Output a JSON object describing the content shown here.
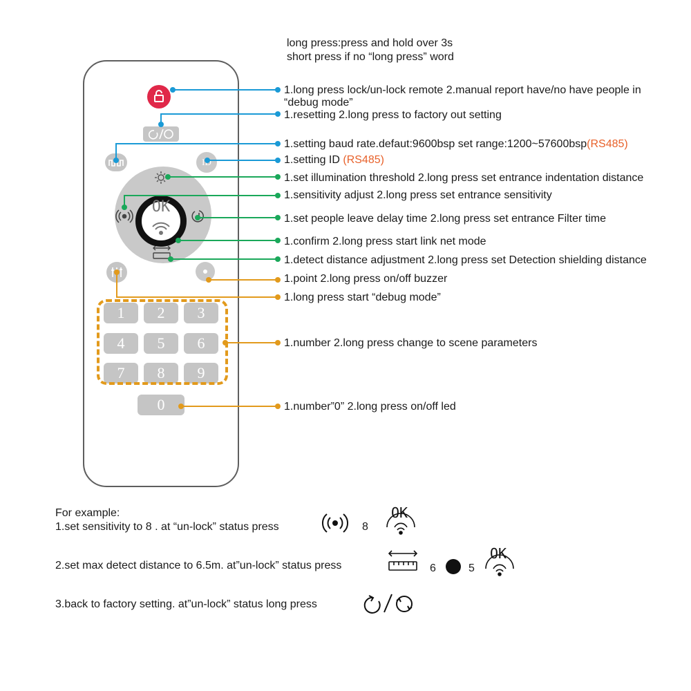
{
  "header": {
    "line1": "long press:press and hold over 3s",
    "line2": "short press if no “long press” word"
  },
  "remote": {
    "ok_label": "OK",
    "id_label": "ID",
    "keys": [
      "1",
      "2",
      "3",
      "4",
      "5",
      "6",
      "7",
      "8",
      "9"
    ],
    "zero_key": "0"
  },
  "annotations": [
    {
      "text": "1.long press lock/un-lock remote 2.manual report have/no have people in"
    },
    {
      "text": "“debug mode”"
    },
    {
      "text": "1.resetting 2.long press to factory out setting"
    },
    {
      "text": "1.setting baud rate.defaut:9600bsp  set range:1200~57600bsp",
      "tag": "(RS485)"
    },
    {
      "text": "1.setting ID ",
      "tag": "(RS485)"
    },
    {
      "text": "1.set illumination threshold 2.long press set entrance indentation distance"
    },
    {
      "text": "1.sensitivity adjust 2.long press set entrance sensitivity"
    },
    {
      "text": "1.set people leave delay time 2.long press set entrance Filter time"
    },
    {
      "text": "1.confirm 2.long press start link net mode"
    },
    {
      "text": "1.detect distance adjustment 2.long press set Detection shielding distance"
    },
    {
      "text": "1.point 2.long press on/off buzzer"
    },
    {
      "text": "1.long press start “debug mode”"
    },
    {
      "text": "1.number  2.long press change to scene parameters"
    },
    {
      "text": "1.number”0”  2.long press on/off led"
    }
  ],
  "examples": {
    "title": "For example:",
    "ex1": {
      "text": "1.set sensitivity to 8 .   at “un-lock” status press",
      "num": "8",
      "ok": "OK"
    },
    "ex2": {
      "text": "2.set max detect distance to 6.5m.  at”un-lock” status press",
      "num1": "6",
      "num2": "5",
      "ok": "OK"
    },
    "ex3": {
      "text": "3.back to factory setting.   at”un-lock” status long press"
    }
  },
  "colors": {
    "blue": "#1a9ad6",
    "green": "#1aa85a",
    "orange": "#e29a1c",
    "red": "#e02849",
    "rs485": "#e8612a"
  },
  "icons": [
    "lock-icon",
    "reset-icon",
    "baud-rate-icon",
    "id-icon",
    "illumination-icon",
    "sensitivity-icon",
    "delay-timer-icon",
    "wifi-icon",
    "ruler-icon",
    "point-icon",
    "settings-sliders-icon"
  ]
}
